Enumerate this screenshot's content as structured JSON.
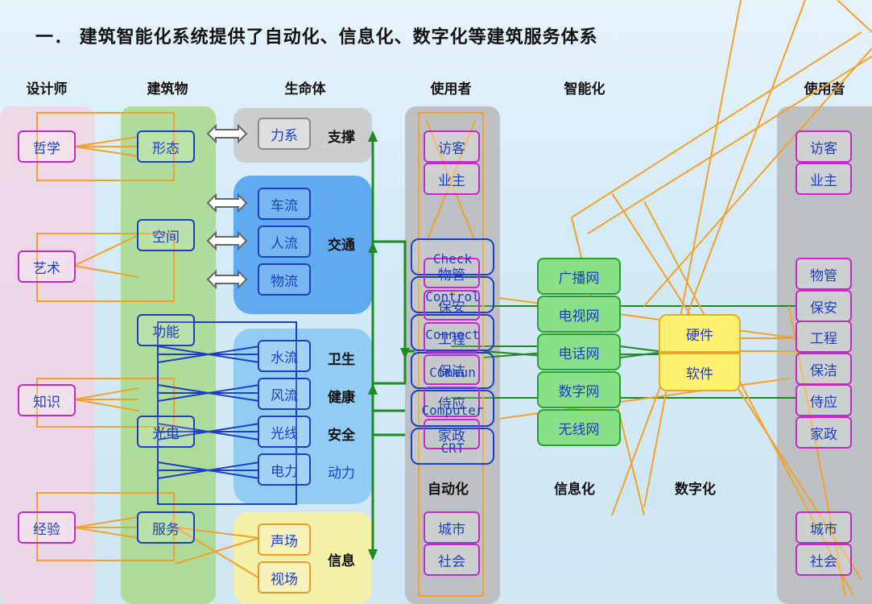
{
  "title": "一．  建筑智能化系统提供了自动化、信息化、数字化等建筑服务体系",
  "headers": {
    "designer": "设计师",
    "building": "建筑物",
    "life": "生命体",
    "user": "使用者",
    "intelligent": "智能化",
    "user_right": "使用者"
  },
  "designer_items": [
    "哲学",
    "艺术",
    "知识",
    "经验"
  ],
  "building_items": [
    "形态",
    "空间",
    "功能",
    "光电",
    "服务"
  ],
  "life_items": {
    "force": "力系",
    "car": "车流",
    "people": "人流",
    "goods": "物流",
    "water": "水流",
    "wind": "风流",
    "light": "光线",
    "power": "电力",
    "sound": "声场",
    "view": "视场"
  },
  "life_categories": {
    "support": "支撑",
    "traffic": "交通",
    "hygiene": "卫生",
    "health": "健康",
    "safety": "安全",
    "power": "动力",
    "info": "信息"
  },
  "user_items_top": [
    "访客",
    "业主"
  ],
  "user_items_mid": [
    "物管",
    "保安",
    "工程",
    "保洁",
    "侍应",
    "家政"
  ],
  "user_items_bottom": [
    "城市",
    "社会"
  ],
  "auto_stack": [
    "Check",
    "Control",
    "Connect",
    "Commun",
    "Computer",
    "CRT"
  ],
  "network_items": [
    "广播网",
    "电视网",
    "电话网",
    "数字网",
    "无线网"
  ],
  "hardware": "硬件",
  "software": "软件",
  "layer_labels": {
    "automation": "自动化",
    "informatization": "信息化",
    "digitalization": "数字化"
  },
  "right_users_top": [
    "访客",
    "业主"
  ],
  "right_users_mid": [
    "物管",
    "保安",
    "工程",
    "保洁",
    "侍应",
    "家政"
  ],
  "right_users_bottom": [
    "城市",
    "社会"
  ],
  "colors": {
    "designer_panel": "#f3d6e6",
    "building_panel": "#a6d98c",
    "traffic_panel": "#59a8ee",
    "info_panel": "#f3f0a2",
    "user_panel": "#b9b9b9",
    "connector_orange": "#f4a12a",
    "connector_blue": "#1d3fc4",
    "connector_green": "#1f8a1f"
  }
}
